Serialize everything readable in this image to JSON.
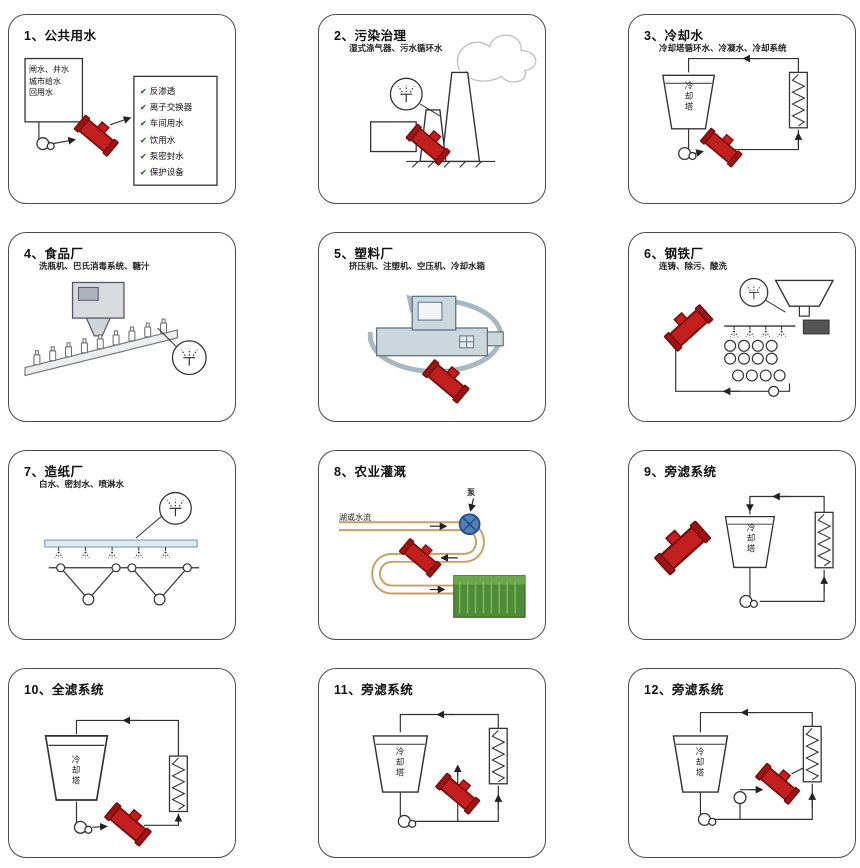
{
  "page": {
    "background": "#ffffff"
  },
  "colors": {
    "filter_red": "#c41f1f",
    "filter_red_dark": "#7a0c0c",
    "check_green": "#2e7d32",
    "pump_blue": "#4f81bd",
    "field_green": "#4e8c3a",
    "machine_gray": "#ccd6dd",
    "channel_tan": "#c9a063",
    "line": "#333333"
  },
  "panels": [
    {
      "id": "public-water",
      "label": "1、公共用水",
      "source_lines": [
        "闸水、井水",
        "城市给水",
        "回用水"
      ],
      "check_glyph": "✔",
      "checklist": [
        "反渗透",
        "离子交换器",
        "车间用水",
        "饮用水",
        "泵密封水",
        "保护设备"
      ]
    },
    {
      "id": "pollution-control",
      "label": "2、污染治理",
      "subtitle": "湿式涤气器、污水循环水"
    },
    {
      "id": "cooling-water",
      "label": "3、冷却水",
      "subtitle": "冷却塔循环水、冷凝水、冷却系统",
      "tower_label": "冷却塔"
    },
    {
      "id": "food-factory",
      "label": "4、食品厂",
      "subtitle": "洗瓶机、巴氏消毒系统、糖汁"
    },
    {
      "id": "plastics-factory",
      "label": "5、塑料厂",
      "subtitle": "挤压机、注塑机、空压机、冷却水箱"
    },
    {
      "id": "steel-factory",
      "label": "6、钢铁厂",
      "subtitle": "连铸、除污、酸洗"
    },
    {
      "id": "paper-mill",
      "label": "7、造纸厂",
      "subtitle": "白水、密封水、喷淋水"
    },
    {
      "id": "agriculture-irrigation",
      "label": "8、农业灌溉",
      "water_source_label": "湖或水流",
      "pump_label": "泵"
    },
    {
      "id": "side-filter-9",
      "label": "9、旁滤系统",
      "tower_label": "冷却塔"
    },
    {
      "id": "full-filter-10",
      "label": "10、全滤系统",
      "tower_label": "冷却塔"
    },
    {
      "id": "side-filter-11",
      "label": "11、旁滤系统",
      "tower_label": "冷却塔"
    },
    {
      "id": "side-filter-12",
      "label": "12、旁滤系统",
      "tower_label": "冷却塔"
    }
  ]
}
